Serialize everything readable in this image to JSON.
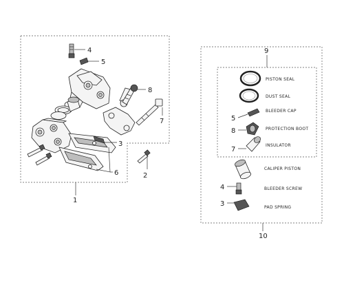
{
  "callouts": {
    "c1": "1",
    "c2": "2",
    "c3": "3",
    "c4": "4",
    "c5": "5",
    "c6": "6",
    "c7": "7",
    "c8": "8",
    "c9": "9",
    "c10": "10"
  },
  "kit": {
    "piston_seal": "PISTON SEAL",
    "dust_seal": "DUST SEAL",
    "bleeder_cap": "BLEEDER CAP",
    "protection_boot": "PROTECTION BOOT",
    "insulator": "INSULATOR",
    "caliper_piston": "CALIPER PISTON",
    "bleeder_screw": "BLEEDER SCREW",
    "pad_spring": "PAD SPRING",
    "num_5": "5",
    "num_8": "8",
    "num_7": "7",
    "num_4": "4",
    "num_3": "3"
  }
}
